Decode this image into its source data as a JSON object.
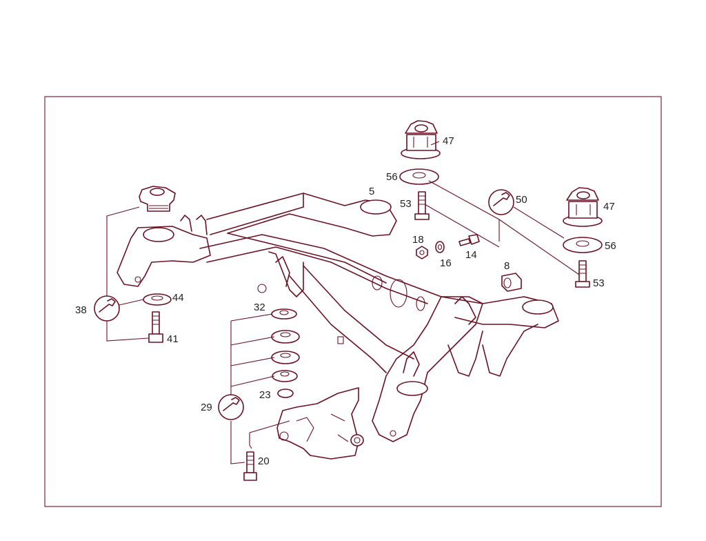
{
  "colors": {
    "line": "#6b0f22",
    "text": "#222222",
    "background": "#ffffff"
  },
  "diagram": {
    "callouts": {
      "c5": "5",
      "c8": "8",
      "c14": "14",
      "c16": "16",
      "c18": "18",
      "c20": "20",
      "c23": "23",
      "c29": "29",
      "c32": "32",
      "c38": "38",
      "c41": "41",
      "c44": "44",
      "c47a": "47",
      "c47b": "47",
      "c50": "50",
      "c53a": "53",
      "c53b": "53",
      "c56a": "56",
      "c56b": "56"
    },
    "icons": [
      "wrench-icon",
      "wrench-icon",
      "wrench-icon"
    ]
  }
}
